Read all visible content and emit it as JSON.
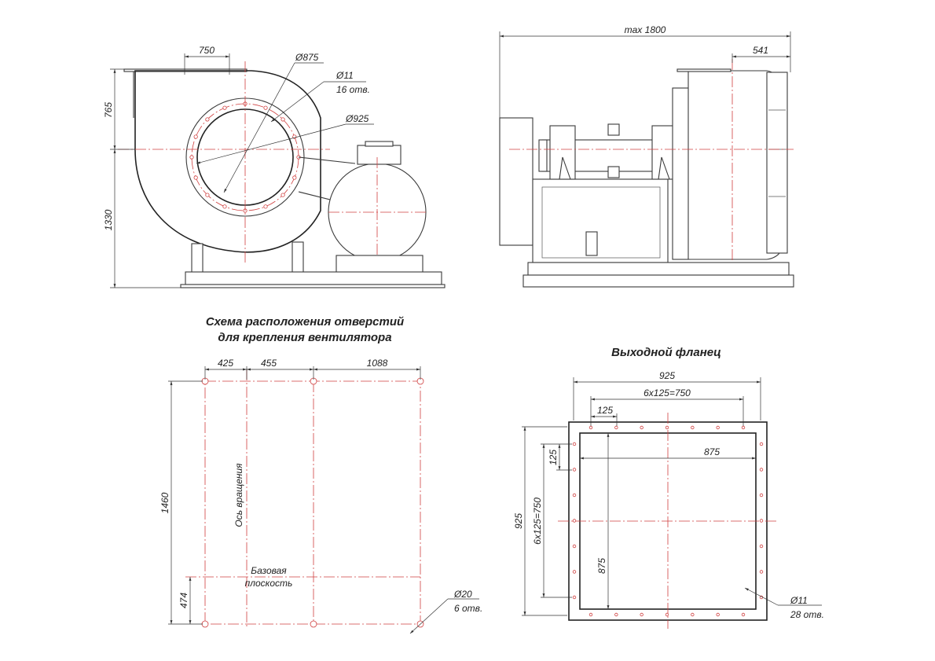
{
  "front_view": {
    "dim_top": "750",
    "dim_inlet_d": "Ø875",
    "dim_hole_d": "Ø11",
    "dim_hole_count": "16 отв.",
    "dim_flange_d": "Ø925",
    "dim_height_upper": "765",
    "dim_height_lower": "1330"
  },
  "side_view": {
    "dim_total": "max 1800",
    "dim_outlet": "541"
  },
  "mounting_plan": {
    "title_line1": "Схема расположения отверстий",
    "title_line2": "для крепления вентилятора",
    "dim_a": "425",
    "dim_b": "455",
    "dim_c": "1088",
    "dim_height": "1460",
    "dim_base": "474",
    "axis_label": "Ось вращения",
    "base_label_1": "Базовая",
    "base_label_2": "плоскость",
    "hole_d": "Ø20",
    "hole_count": "6 отв."
  },
  "outlet_flange": {
    "title": "Выходной фланец",
    "dim_outer": "925",
    "dim_pitch_h": "6x125=750",
    "dim_step_h": "125",
    "dim_inner_h": "875",
    "dim_outer_v": "925",
    "dim_pitch_v": "6x125=750",
    "dim_step_v": "125",
    "dim_inner_v": "875",
    "hole_d": "Ø11",
    "hole_count": "28 отв."
  },
  "colors": {
    "line": "#3a3a3a",
    "axis": "#d04040"
  }
}
